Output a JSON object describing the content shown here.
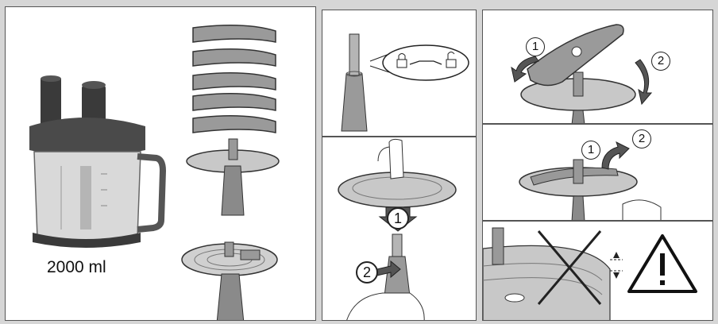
{
  "overview": {
    "capacity_label": "2000 ml"
  },
  "steps": {
    "insert": {
      "step1": "1",
      "step2": "2"
    },
    "attach_blade": {
      "step1": "1",
      "step2": "2"
    },
    "remove_blade": {
      "step1": "1",
      "step2": "2"
    }
  },
  "colors": {
    "outer_background": "#d6d6d6",
    "panel_background": "#ffffff",
    "dark_plastic": "#3a3a3a",
    "mid_gray": "#8a8a8a",
    "light_gray": "#c4c4c4",
    "outline": "#222222"
  },
  "icons": [
    "lock-closed-icon",
    "lock-open-icon",
    "warning-icon",
    "arrow-down-icon",
    "arrow-curved-icon",
    "cross-icon"
  ]
}
